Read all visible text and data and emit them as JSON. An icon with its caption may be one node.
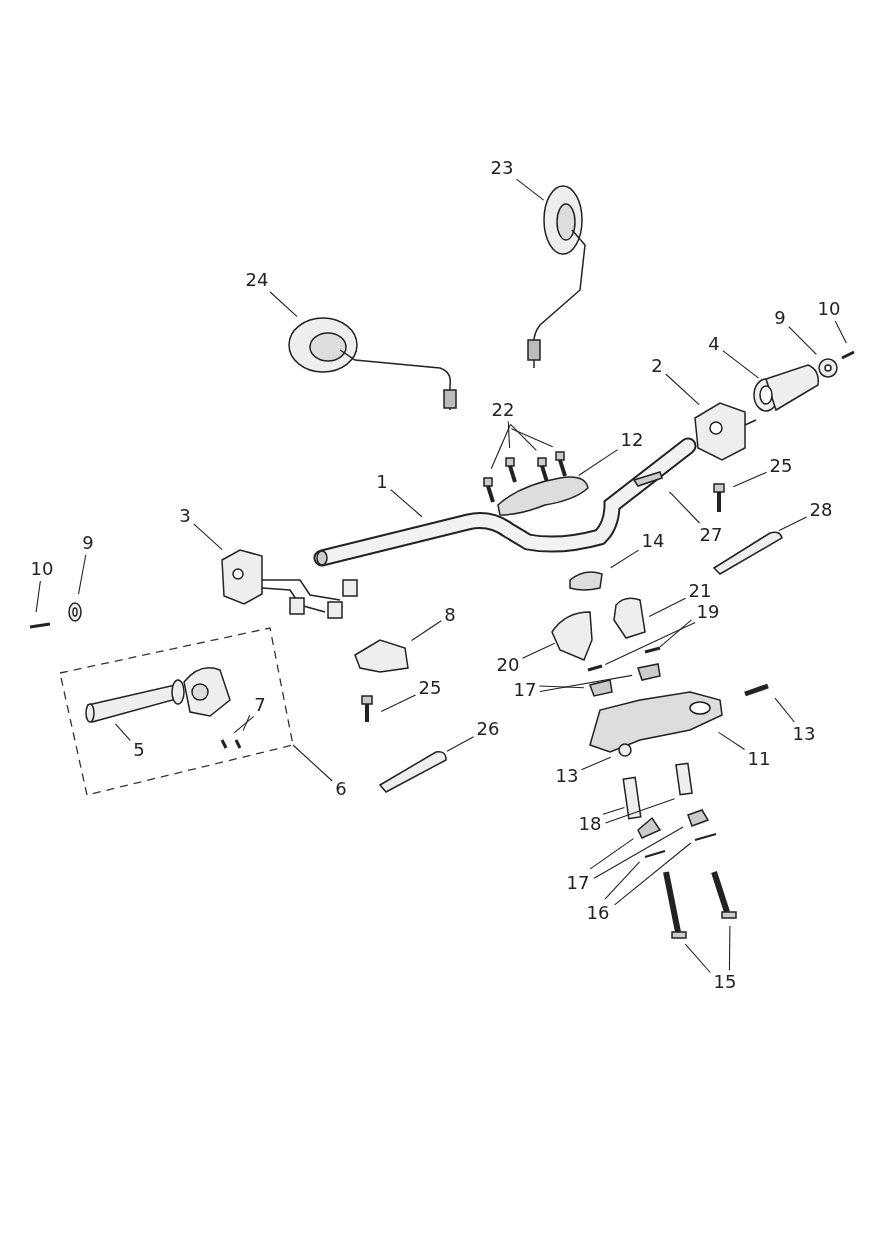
{
  "diagram": {
    "nodes": [
      {
        "text": [
          "23"
        ]
      },
      {
        "text": [
          "24"
        ]
      },
      {
        "text": [
          "10"
        ]
      },
      {
        "text": [
          "9"
        ]
      },
      {
        "text": [
          "4"
        ]
      },
      {
        "text": [
          "2"
        ]
      },
      {
        "text": [
          "22"
        ]
      },
      {
        "text": [
          "12"
        ]
      },
      {
        "text": [
          "25"
        ]
      },
      {
        "text": [
          "1"
        ]
      },
      {
        "text": [
          "28"
        ]
      },
      {
        "text": [
          "3"
        ]
      },
      {
        "text": [
          "27"
        ]
      },
      {
        "text": [
          "14"
        ]
      },
      {
        "text": [
          "9"
        ]
      },
      {
        "text": [
          "10"
        ]
      },
      {
        "text": [
          "21"
        ]
      },
      {
        "text": [
          "19"
        ]
      },
      {
        "text": [
          "8"
        ]
      },
      {
        "text": [],
        "shape": "box"
      },
      {
        "text": [
          "20"
        ]
      },
      {
        "text": [
          "25"
        ]
      },
      {
        "text": [
          "17"
        ]
      },
      {
        "text": [
          "7"
        ],
        "in": 19
      },
      {
        "text": [
          "26"
        ]
      },
      {
        "text": [
          "13"
        ]
      },
      {
        "text": [
          "5"
        ],
        "in": 19
      },
      {
        "text": [
          "11"
        ]
      },
      {
        "text": [
          "13"
        ]
      },
      {
        "text": [
          "6"
        ]
      },
      {
        "text": [
          "18"
        ]
      },
      {
        "text": [
          "17"
        ]
      },
      {
        "text": [
          "16"
        ]
      },
      {
        "text": [
          "15"
        ]
      }
    ],
    "edges": [
      {
        "from": 0,
        "to": null,
        "arrow": "none"
      },
      {
        "from": 1,
        "to": null,
        "arrow": "none"
      },
      {
        "from": 2,
        "to": null,
        "arrow": "none"
      },
      {
        "from": 3,
        "to": null,
        "arrow": "none"
      },
      {
        "from": 4,
        "to": null,
        "arrow": "none"
      },
      {
        "from": 5,
        "to": null,
        "arrow": "none"
      },
      {
        "from": 6,
        "to": null,
        "arrow": "none"
      },
      {
        "from": 6,
        "to": null,
        "arrow": "none"
      },
      {
        "from": 6,
        "to": null,
        "arrow": "none"
      },
      {
        "from": 6,
        "to": null,
        "arrow": "none"
      },
      {
        "from": 7,
        "to": null,
        "arrow": "none"
      },
      {
        "from": 8,
        "to": null,
        "arrow": "none"
      },
      {
        "from": 9,
        "to": null,
        "arrow": "none"
      },
      {
        "from": 10,
        "to": null,
        "arrow": "none"
      },
      {
        "from": 11,
        "to": null,
        "arrow": "none"
      },
      {
        "from": 12,
        "to": null,
        "arrow": "none"
      },
      {
        "from": 13,
        "to": null,
        "arrow": "none"
      },
      {
        "from": 14,
        "to": null,
        "arrow": "none"
      },
      {
        "from": 15,
        "to": null,
        "arrow": "none"
      },
      {
        "from": 16,
        "to": null,
        "arrow": "none"
      },
      {
        "from": 17,
        "to": null,
        "arrow": "none"
      },
      {
        "from": 17,
        "to": null,
        "arrow": "none"
      },
      {
        "from": 18,
        "to": null,
        "arrow": "none"
      },
      {
        "from": 20,
        "to": null,
        "arrow": "none"
      },
      {
        "from": 21,
        "to": null,
        "arrow": "none"
      },
      {
        "from": 22,
        "to": null,
        "arrow": "none"
      },
      {
        "from": 22,
        "to": null,
        "arrow": "none"
      },
      {
        "from": 23,
        "to": null,
        "arrow": "none"
      },
      {
        "from": 23,
        "to": null,
        "arrow": "none"
      },
      {
        "from": 24,
        "to": null,
        "arrow": "none"
      },
      {
        "from": 25,
        "to": null,
        "arrow": "none"
      },
      {
        "from": 26,
        "to": null,
        "arrow": "none"
      },
      {
        "from": 27,
        "to": null,
        "arrow": "none"
      },
      {
        "from": 28,
        "to": null,
        "arrow": "none"
      },
      {
        "from": 29,
        "to": 19,
        "arrow": "none"
      },
      {
        "from": 30,
        "to": null,
        "arrow": "none"
      },
      {
        "from": 30,
        "to": null,
        "arrow": "none"
      },
      {
        "from": 31,
        "to": null,
        "arrow": "none"
      },
      {
        "from": 31,
        "to": null,
        "arrow": "none"
      },
      {
        "from": 32,
        "to": null,
        "arrow": "none"
      },
      {
        "from": 32,
        "to": null,
        "arrow": "none"
      },
      {
        "from": 33,
        "to": null,
        "arrow": "none"
      },
      {
        "from": 33,
        "to": null,
        "arrow": "none"
      }
    ]
  }
}
